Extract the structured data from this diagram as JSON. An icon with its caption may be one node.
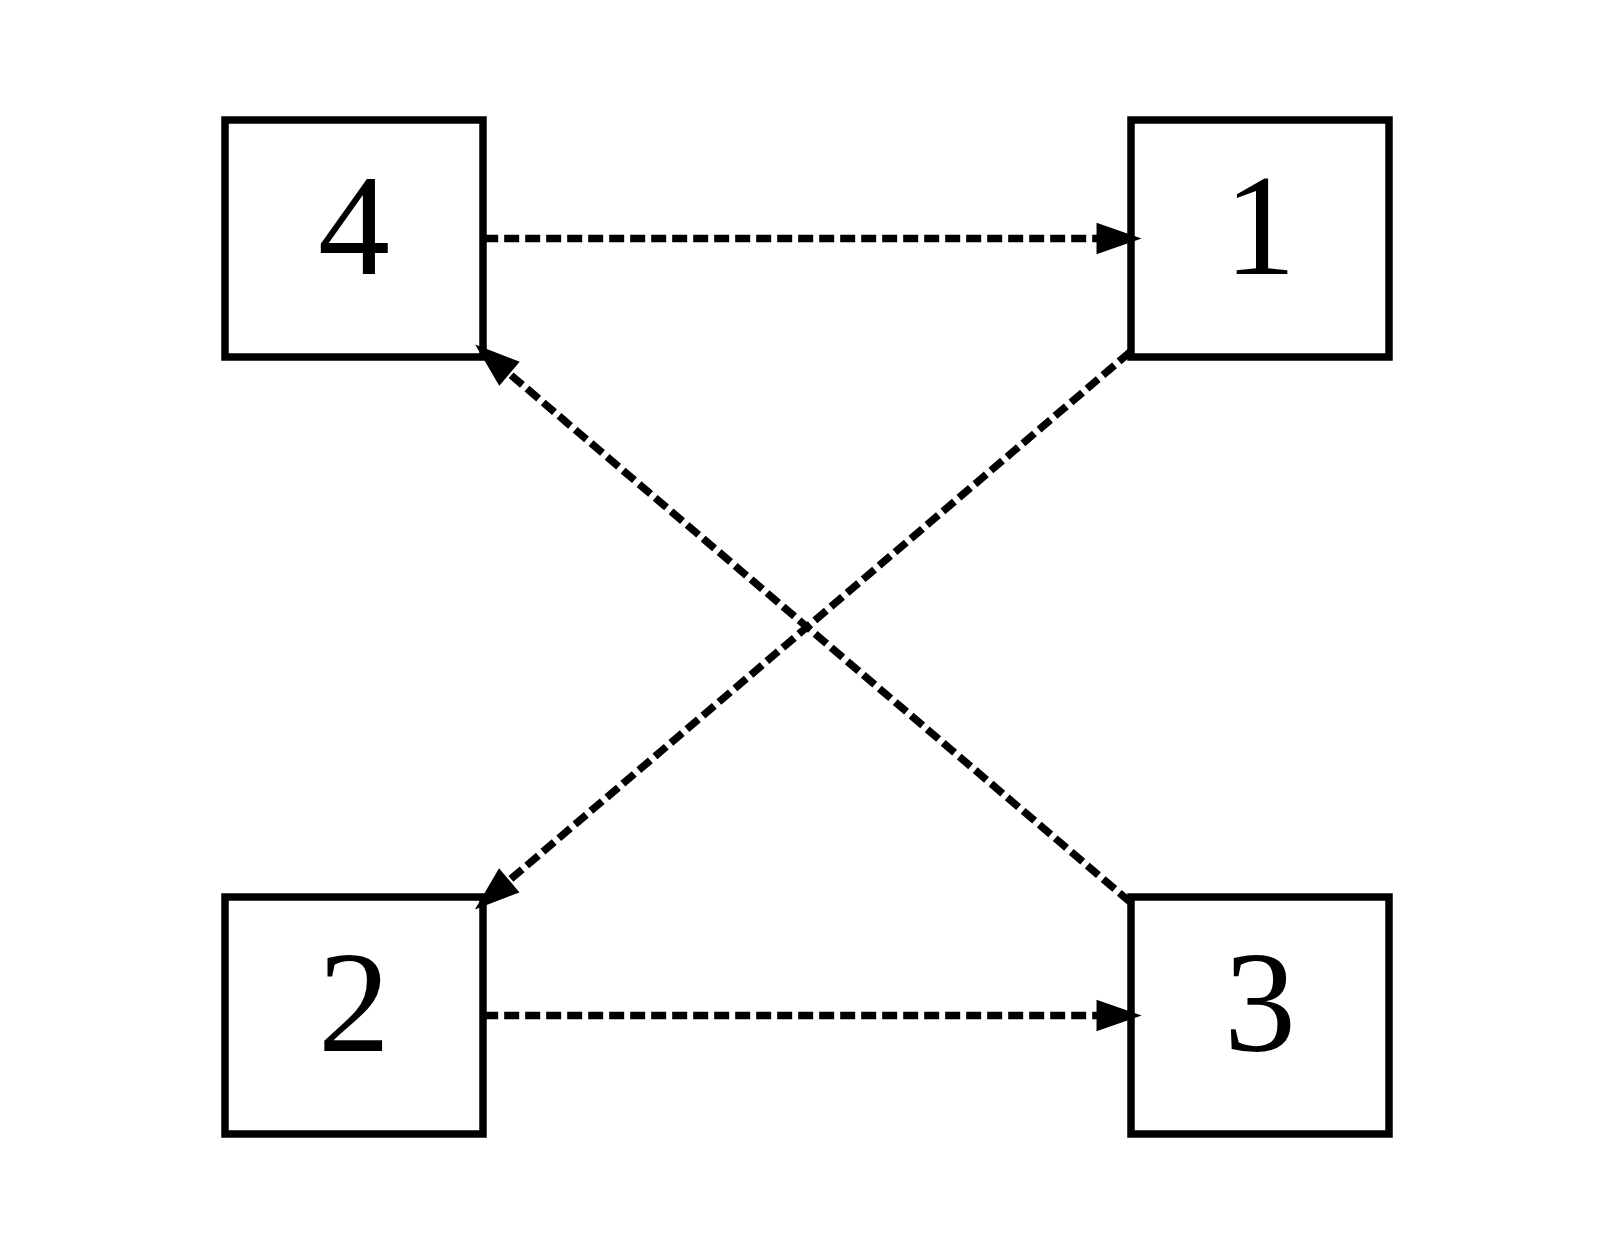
{
  "diagram": {
    "nodes": [
      {
        "text": [
          "1"
        ]
      },
      {
        "text": [
          "4"
        ]
      },
      {
        "text": [
          "3"
        ]
      },
      {
        "text": [
          "2"
        ]
      }
    ],
    "edges": [
      {
        "from": 1,
        "to": 0,
        "arrow": "to",
        "style": "dashed"
      },
      {
        "from": 0,
        "to": 3,
        "arrow": "to",
        "style": "dashed"
      },
      {
        "from": 3,
        "to": 2,
        "arrow": "to",
        "style": "dashed"
      },
      {
        "from": 2,
        "to": 1,
        "arrow": "to",
        "style": "dashed"
      }
    ]
  }
}
